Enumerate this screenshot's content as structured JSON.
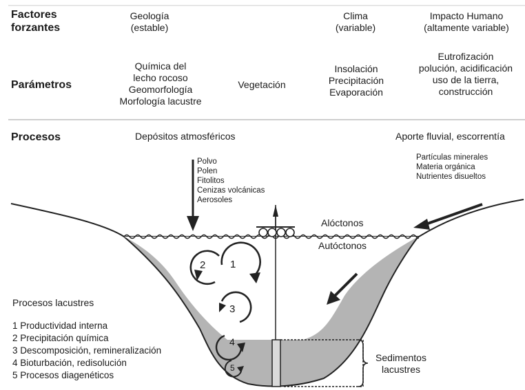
{
  "header": {
    "forcing_title": "Factores\nforzantes",
    "geologia": "Geología\n(estable)",
    "clima": "Clima\n(variable)",
    "impacto": "Impacto Humano\n(altamente variable)"
  },
  "parametros": {
    "title": "Parámetros",
    "geologia": "Química del\nlecho rocoso\nGeomorfología\nMorfología lacustre",
    "vegetacion": "Vegetación",
    "clima": "Insolación\nPrecipitación\nEvaporación",
    "humano": "Eutrofización\npolución, acidificación\nuso de la tierra,\nconstrucción"
  },
  "procesos": {
    "title": "Procesos",
    "atmosfericos": "Depósitos atmosféricos",
    "fluvial": "Aporte fluvial, escorrentía",
    "atm_items": "Polvo\nPolen\nFitolitos\nCenizas volcánicas\nAerosoles",
    "fluvial_items": "Partículas minerales\nMateria orgánica\nNutrientes disueltos",
    "aloctonos": "Alóctonos",
    "autoctonos": "Autóctonos",
    "sedimentos": "Sedimentos\nlacustres"
  },
  "lacustres": {
    "title": "Procesos lacustres",
    "items": [
      "1 Productividad interna",
      "2 Precipitación química",
      "3 Descomposición, remineralización",
      "4 Bioturbación, redisolución",
      "5 Procesos diagenéticos"
    ]
  },
  "cycle_numbers": [
    "1",
    "2",
    "3",
    "4",
    "5"
  ]
}
